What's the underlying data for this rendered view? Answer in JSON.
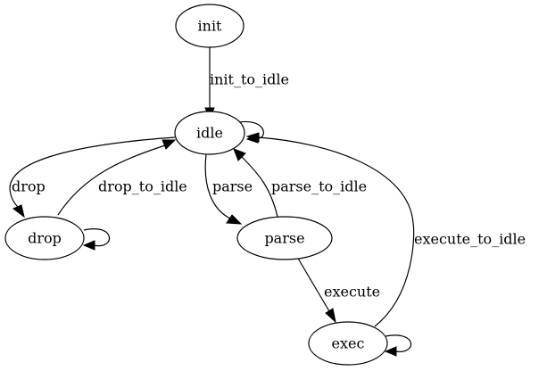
{
  "nodes": {
    "init": "init",
    "idle": "idle",
    "drop": "drop",
    "parse": "parse",
    "exec": "exec"
  },
  "edges": {
    "init_to_idle": "init_to_idle",
    "drop": "drop",
    "drop_to_idle": "drop_to_idle",
    "parse": "parse",
    "parse_to_idle": "parse_to_idle",
    "execute": "execute",
    "execute_to_idle": "execute_to_idle"
  },
  "colors": {
    "stroke": "#000000",
    "background": "#ffffff"
  }
}
